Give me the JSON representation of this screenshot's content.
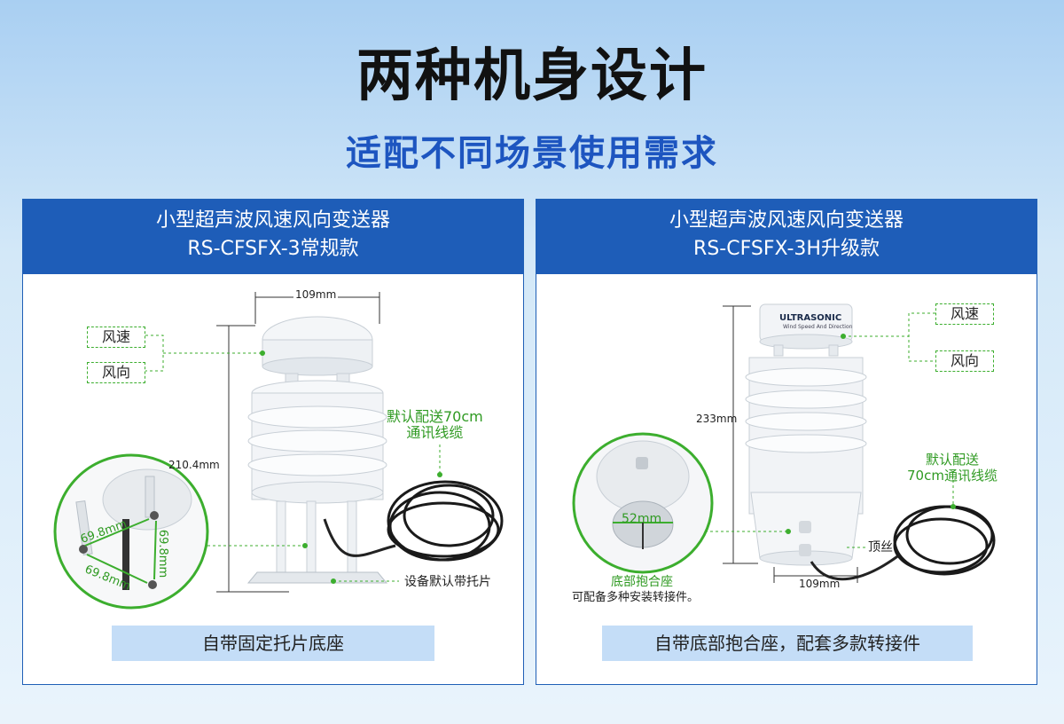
{
  "title": "两种机身设计",
  "subtitle": "适配不同场景使用需求",
  "left": {
    "title_line1": "小型超声波风速风向变送器",
    "title_line2": "RS-CFSFX-3常规款",
    "tag_speed": "风速",
    "tag_direction": "风向",
    "dim_width": "109mm",
    "dim_height": "210.4mm",
    "cable_note_line1": "默认配送70cm",
    "cable_note_line2": "通讯线缆",
    "tray_note": "设备默认带托片",
    "inset_dim_1": "69.8mm",
    "inset_dim_2": "69.8mm",
    "inset_dim_3": "69.8mm",
    "caption": "自带固定托片底座"
  },
  "right": {
    "title_line1": "小型超声波风速风向变送器",
    "title_line2": "RS-CFSFX-3H升级款",
    "tag_speed": "风速",
    "tag_direction": "风向",
    "brand_text": "ULTRASONIC",
    "brand_sub": "Wind Speed And Direction",
    "dim_height": "233mm",
    "dim_width": "109mm",
    "inset_dim": "52mm",
    "cable_note_line1": "默认配送",
    "cable_note_line2": "70cm通讯线缆",
    "screw_note": "顶丝",
    "base_note": "底部抱合座",
    "base_note_sub": "可配备多种安装转接件。",
    "caption": "自带底部抱合座，配套多款转接件"
  },
  "colors": {
    "accent": "#1e5db8",
    "green": "#3cae2e",
    "caption_bg": "#c4ddf7"
  }
}
